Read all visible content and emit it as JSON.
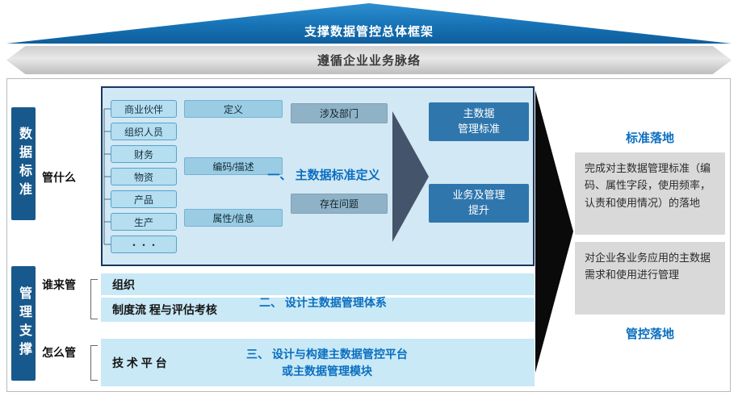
{
  "roof": {
    "title": "支撑数据管控总体框架"
  },
  "band": {
    "title": "遵循企业业务脉络"
  },
  "sidebar": {
    "bar1": "数据标准",
    "bar2": "管理支撑",
    "label_what": "管什么",
    "label_who": "谁来管",
    "label_how": "怎么管"
  },
  "section1": {
    "entities": [
      "商业伙伴",
      "组织人员",
      "财务",
      "物资",
      "产品",
      "生产",
      "・・・"
    ],
    "attributes": [
      "定义",
      "编码/描述",
      "属性/信息"
    ],
    "aspects": [
      "涉及部门",
      "存在问题"
    ],
    "title": "一、 主数据标准定义",
    "outputs": [
      {
        "line1": "主数据",
        "line2": "管理标准"
      },
      {
        "line1": "业务及管理",
        "line2": "提升"
      }
    ]
  },
  "section2": {
    "rows": [
      "组织",
      "制度流 程与评估考核"
    ],
    "title": "二、 设计主数据管理体系"
  },
  "section3": {
    "row": "技 术 平 台",
    "title_line1": "三、 设计与构建主数据管控平台",
    "title_line2": "或主数据管理模块"
  },
  "right_panel": {
    "title_top": "标准落地",
    "box1": "完成对主数据管理标准（编码、属性字段，使用频率，认责和使用情况）的落地",
    "box2": "对企业各业务应用的主数据需求和使用进行管理",
    "title_bottom": "管控落地"
  },
  "colors": {
    "accent_blue": "#0B6FC0",
    "roof_blue": "#1672B4",
    "navy_border": "#17375E",
    "sidebar_blue": "#17598C",
    "slate_arrow": "#44546A",
    "output_blue": "#2F76AD",
    "panel_light_blue": "#C9E9F6",
    "inner_light_blue": "#D2E8F4",
    "entity_blue": "#B5DEF0",
    "attribute_blue": "#9ACDE4",
    "aspect_blue": "#8FB2C6",
    "gray_box": "#D9D9D9",
    "black_arrow": "#0A0A0A"
  }
}
